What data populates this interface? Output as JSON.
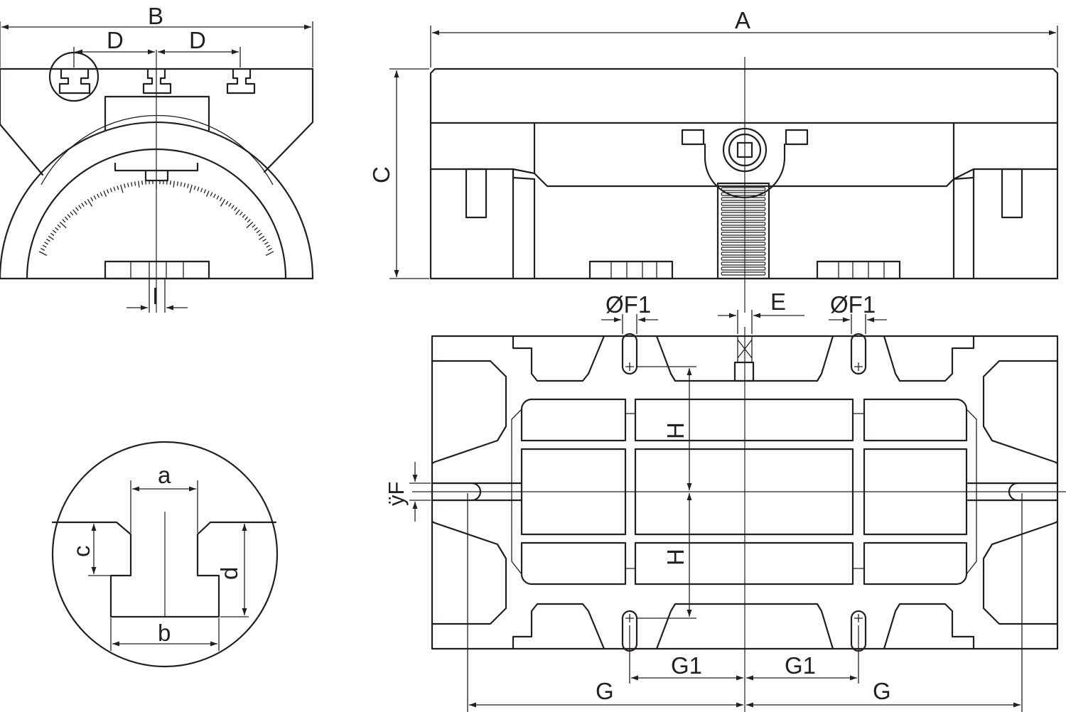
{
  "labels": {
    "A": "A",
    "B": "B",
    "C": "C",
    "D_left": "D",
    "D_right": "D",
    "E": "E",
    "F1_left": "ØF1",
    "F1_right": "ØF1",
    "F": "ÿF",
    "G_left": "G",
    "G_right": "G",
    "G1_left": "G1",
    "G1_right": "G1",
    "H_upper": "H",
    "H_lower": "H",
    "I": "I",
    "a": "a",
    "b": "b",
    "c": "c",
    "d": "d"
  },
  "colors": {
    "line": "#231f20",
    "background": "#ffffff"
  }
}
